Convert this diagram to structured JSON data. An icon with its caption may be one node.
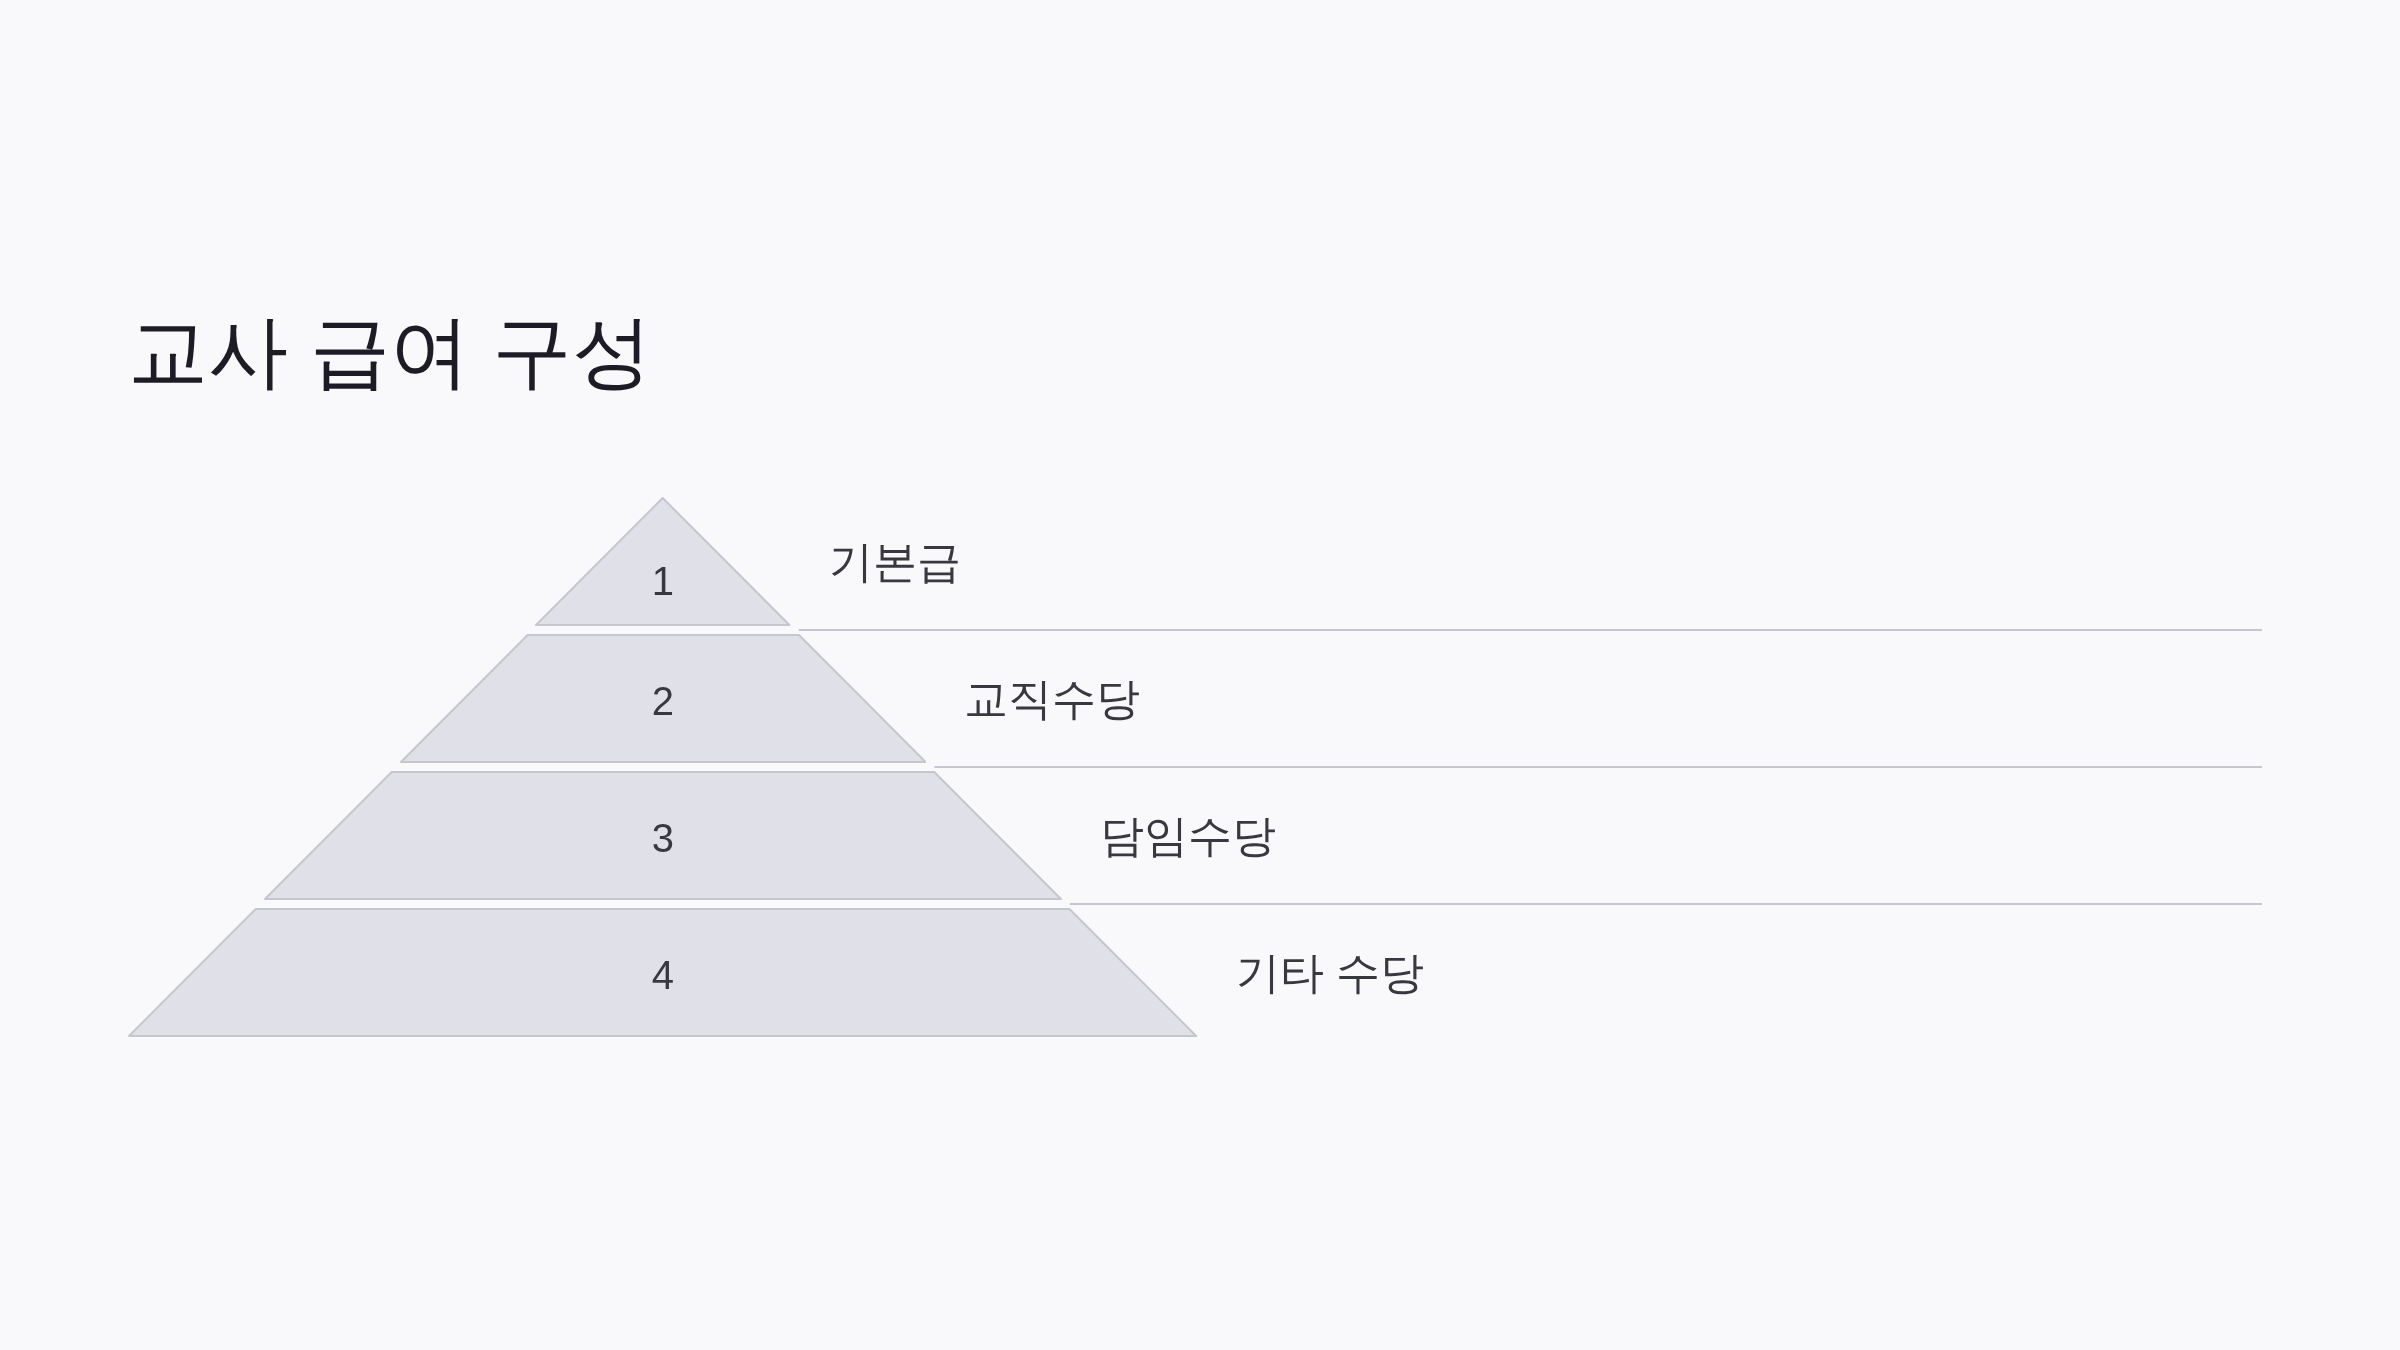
{
  "diagram": {
    "title": "교사 급여 구성",
    "nodes": [
      {
        "text": [
          "1"
        ],
        "beside": [
          "기본급"
        ]
      },
      {
        "text": [
          "2"
        ],
        "beside": [
          "교직수당"
        ]
      },
      {
        "text": [
          "3"
        ],
        "beside": [
          "담임수당"
        ]
      },
      {
        "text": [
          "4"
        ],
        "beside": [
          "기타 수당"
        ]
      }
    ]
  }
}
